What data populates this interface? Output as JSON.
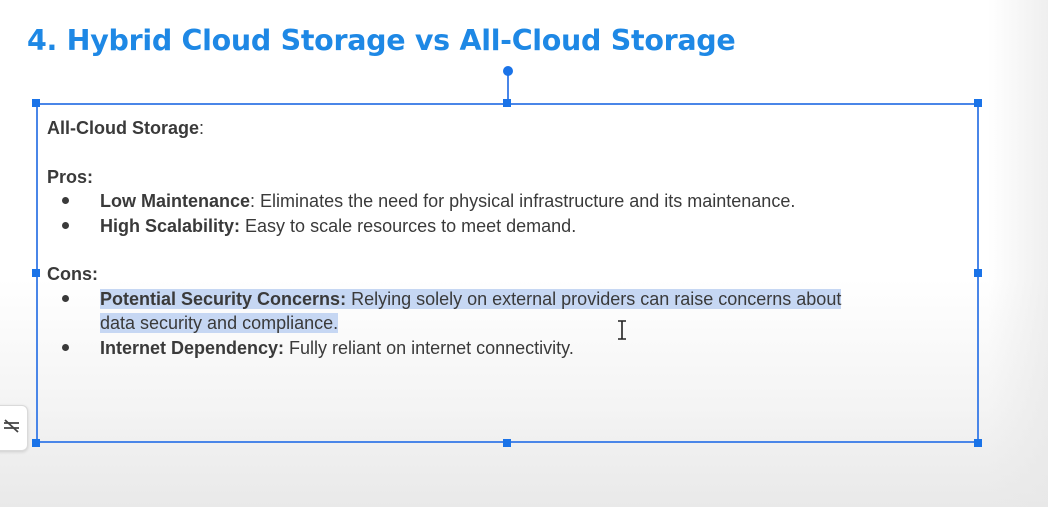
{
  "slide": {
    "title": "4. Hybrid Cloud Storage vs All-Cloud Storage",
    "title_color": "#1e88e5"
  },
  "textbox": {
    "heading_bold": "All-Cloud Storage",
    "heading_rest": ":",
    "pros_label": "Pros:",
    "pros": [
      {
        "term": "Low Maintenance",
        "sep": ":",
        "desc": " Eliminates the need for physical infrastructure and its maintenance."
      },
      {
        "term": "High Scalability:",
        "sep": "",
        "desc": " Easy to scale resources to meet demand."
      }
    ],
    "cons_label": "Cons:",
    "cons": [
      {
        "term": "Potential Security Concerns:",
        "desc_line1": " Relying solely on external providers can raise concerns about",
        "desc_line2": "data security and compliance."
      },
      {
        "term": "Internet Dependency:",
        "desc": " Fully reliant on internet connectivity."
      }
    ],
    "selection_color": "#c6d7f3",
    "border_color": "#4a86e8"
  },
  "icons": {
    "cursor": "text-cursor-icon",
    "side_tool": "format-tool-icon"
  }
}
